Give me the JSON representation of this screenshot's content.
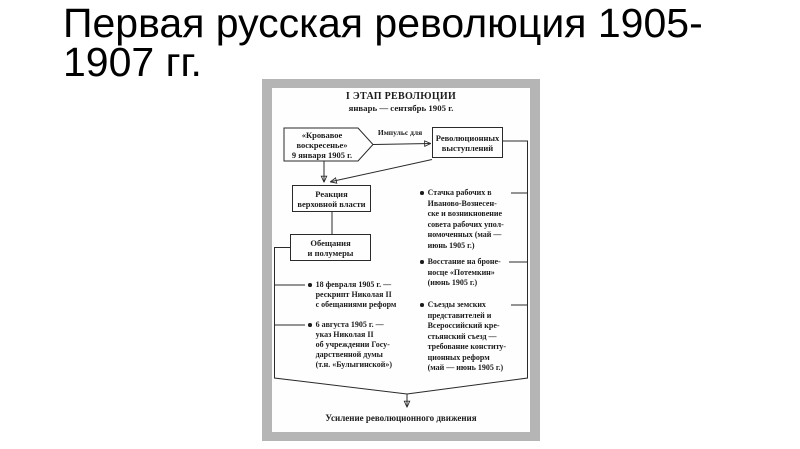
{
  "slide": {
    "title": "Первая русская революция 1905-1907 гг."
  },
  "diagram": {
    "stage_title": "I ЭТАП РЕВОЛЮЦИИ",
    "stage_period": "январь — сентябрь 1905 г.",
    "bloody_sunday": "«Кровавое\nвоскресенье»\n9 января 1905 г.",
    "impulse_label": "Импульс для",
    "revolutionary": "Революционных\nвыступлений",
    "reaction": "Реакция\nверховной власти",
    "promises": "Обещания\nи полумеры",
    "left_bullets": [
      "18 февраля 1905 г. —\nрескрипт Николая II\nс обещаниями реформ",
      "6 августа 1905 г. —\nуказ Николая II\nоб учреждении Госу-\nдарственной думы\n(т.н. «Булыгинской»)"
    ],
    "right_bullets": [
      "Стачка рабочих в\nИваново-Вознесен-\nске и возникновение\nсовета рабочих упол-\nномоченных (май —\nиюнь 1905 г.)",
      "Восстание на броне-\nносце «Потемкин»\n(июнь 1905 г.)",
      "Съезды земских\nпредставителей и\nВсероссийский кре-\nстьянский съезд —\nтребование конститу-\nционных реформ\n(май — июнь 1905 г.)"
    ],
    "result": "Усиление революционного движения",
    "colors": {
      "frame": "#b5b5b5",
      "ink": "#1c1c1c"
    }
  }
}
